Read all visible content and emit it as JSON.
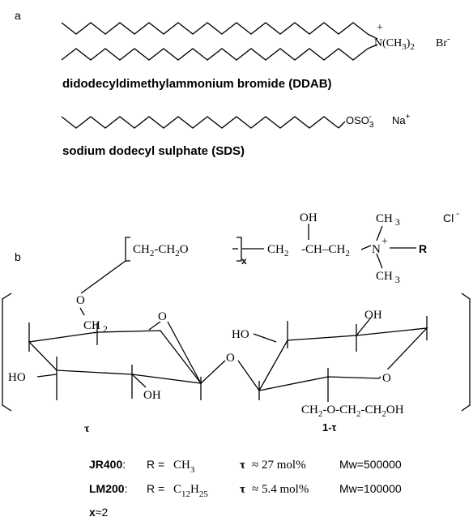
{
  "panel_a": {
    "label": "a",
    "ddab": {
      "head_charge": "+",
      "head_group": "N(CH",
      "head_sub": "3",
      "head_close": ")",
      "head_sub2": "2",
      "counterion": "Br",
      "counterion_charge": "-",
      "name": "didodecyldimethylammonium bromide (DDAB)"
    },
    "sds": {
      "head_group": "OSO",
      "head_sub": "3",
      "head_charge": "-",
      "counterion": "Na",
      "counterion_charge": "+",
      "name": "sodium dodecyl sulphate (SDS)"
    }
  },
  "panel_b": {
    "label": "b",
    "chain": {
      "eo_unit": "CH",
      "eo_sub": "2",
      "dash": "-",
      "eo_unit2": "CH",
      "eo_sub2": "2",
      "eo_o": "O",
      "repeat": "x",
      "ch2a": "CH",
      "ch2a_sub": "2",
      "ch": "-CH",
      "ch2b": "–CH",
      "ch2b_sub": "2",
      "oh": "OH",
      "n_plus": "N",
      "n_charge": "+",
      "r_group": "R",
      "me_top": "CH",
      "me_top_sub": "3",
      "me_bot": "CH",
      "me_bot_sub": "3",
      "cl": "Cl",
      "cl_charge": "-"
    },
    "ring": {
      "o_link": "O",
      "ch2": "CH",
      "ch2_sub": "2",
      "ring_o1": "O",
      "ring_o2": "O",
      "bridge_o": "O",
      "ho_left": "HO",
      "oh_left": "OH",
      "ho_right": "HO",
      "oh_right": "OH",
      "sub_ch2": "CH",
      "sub_ch2_sub": "2",
      "sub_rest": "-O-CH",
      "sub_rest_sub": "2",
      "sub_dash": "-",
      "sub_ch2b": "CH",
      "sub_ch2b_sub": "2",
      "sub_oh": "OH",
      "tau_left": "τ",
      "tau_right": "1-τ"
    },
    "table": {
      "rows": [
        {
          "polymer": "JR400",
          "colon": ":",
          "r_eq": "R =",
          "r_val": "CH",
          "r_sub": "3",
          "tau_sym": "τ",
          "tau_val": "≈ 27 mol%",
          "mw": "Mw=500000"
        },
        {
          "polymer": "LM200",
          "colon": ":",
          "r_eq": "R =",
          "r_val": "C",
          "r_sub": "12",
          "r_val2": "H",
          "r_sub2": "25",
          "tau_sym": "τ",
          "tau_val": "≈ 5.4 mol%",
          "mw": "Mw=100000"
        }
      ],
      "x_note_x": "x",
      "x_note_val": "≈2"
    }
  }
}
